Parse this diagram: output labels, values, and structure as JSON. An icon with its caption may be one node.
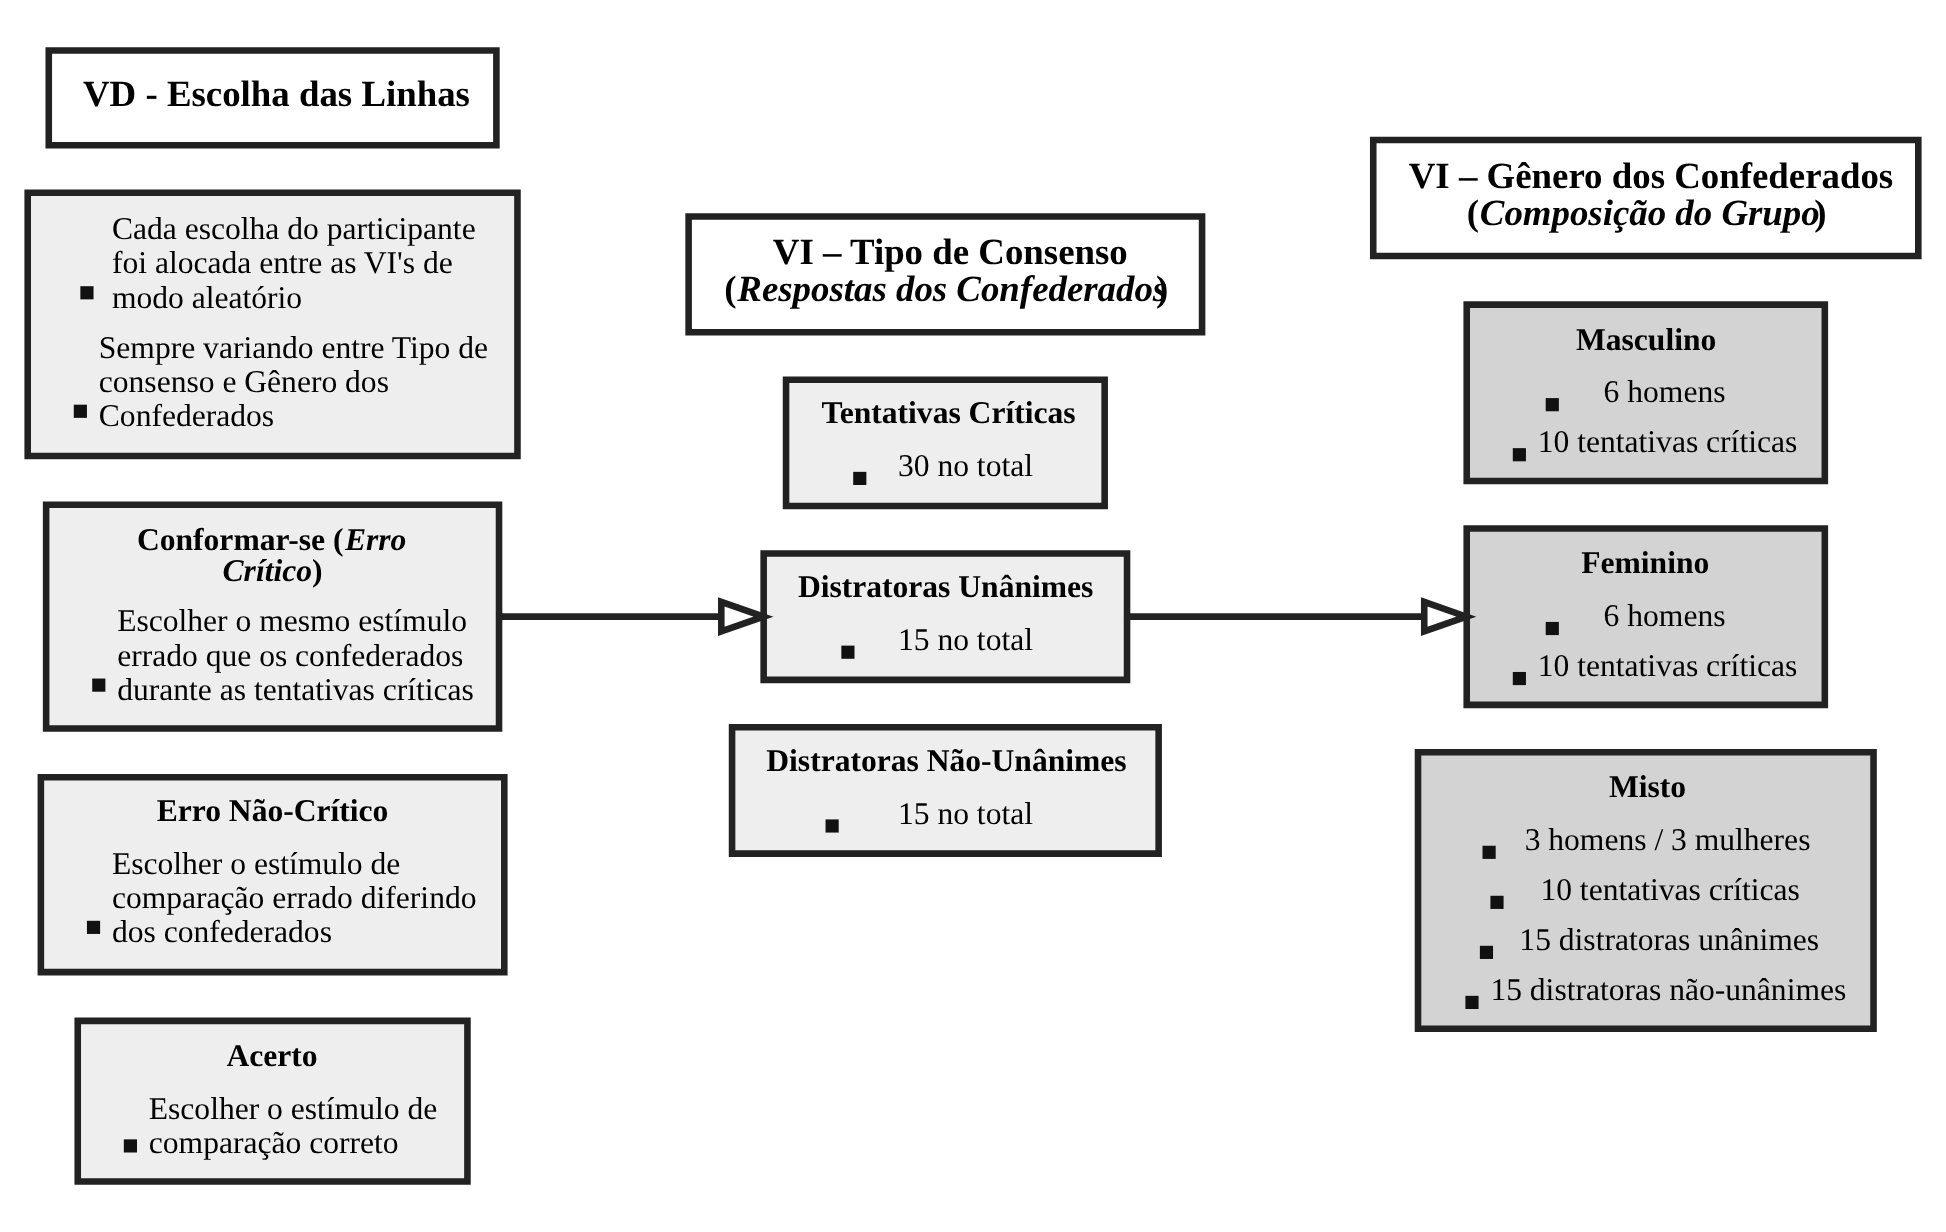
{
  "diagram": {
    "nodes": [
      {
        "text": [
          "VD - Escolha das Linhas"
        ]
      },
      {
        "text": [
          "Cada escolha do participante foi alocada entre as VI's de modo aleatório",
          "Sempre variando entre Tipo de consenso e Gênero dos Confederados"
        ]
      },
      {
        "text": [
          "Conformar-se (*Erro Crítico*)",
          "Escolher o mesmo estímulo errado que os confederados durante as tentativas críticas"
        ]
      },
      {
        "text": [
          "Erro Não-Crítico",
          "Escolher o estímulo de comparação errado diferindo dos confederados"
        ]
      },
      {
        "text": [
          "Acerto",
          "Escolher o estímulo de comparação correto"
        ]
      },
      {
        "text": [
          "VI – Tipo de Consenso (*Respostas dos Confederados*)"
        ]
      },
      {
        "text": [
          "Tentativas Críticas",
          "30 no total"
        ]
      },
      {
        "text": [
          "Distratoras Unânimes",
          "15 no total"
        ]
      },
      {
        "text": [
          "Distratoras Não-Unânimes",
          "15 no total"
        ]
      },
      {
        "text": [
          "VI – Gênero dos Confederados (*Composição do Grupo*)"
        ]
      },
      {
        "text": [
          "Masculino",
          "6 homens",
          "10 tentativas críticas"
        ]
      },
      {
        "text": [
          "Feminino",
          "6 homens",
          "10 tentativas críticas"
        ]
      },
      {
        "text": [
          "Misto",
          "3 homens / 3 mulheres",
          "10 tentativas críticas",
          "15 distratoras unânimes",
          "15 distratoras não-unânimes"
        ]
      }
    ],
    "edges": [
      {
        "from": 2,
        "to": 7,
        "arrow": "to"
      },
      {
        "from": 7,
        "to": 11,
        "arrow": "to"
      }
    ]
  }
}
